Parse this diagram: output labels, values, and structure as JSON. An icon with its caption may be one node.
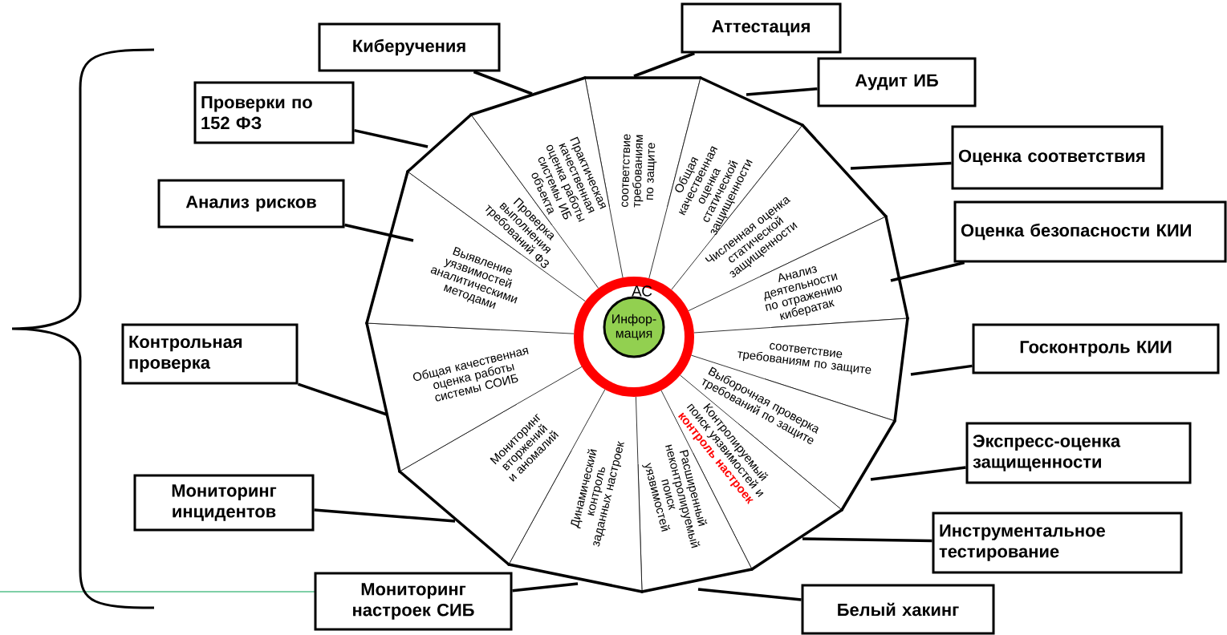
{
  "diagram": {
    "nodes": [
      {
        "text": [
          "Аттестация"
        ]
      },
      {
        "text": [
          "Аудит ИБ"
        ]
      },
      {
        "text": [
          "Оценка соответствия"
        ]
      },
      {
        "text": [
          "Оценка безопасности КИИ"
        ]
      },
      {
        "text": [
          "Госконтроль КИИ"
        ]
      },
      {
        "text": [
          "Экспресс-оценка защищенности"
        ]
      },
      {
        "text": [
          "Инструментальное тестирование"
        ]
      },
      {
        "text": [
          "Белый хакинг"
        ]
      },
      {
        "text": [
          "Мониторинг настроек СИБ"
        ]
      },
      {
        "text": [
          "Мониторинг инцидентов"
        ]
      },
      {
        "text": [
          "Контрольная проверка"
        ]
      },
      {
        "text": [
          "Анализ рисков"
        ]
      },
      {
        "text": [
          "Проверки по 152 ФЗ"
        ]
      },
      {
        "text": [
          "Киберучения"
        ]
      },
      {
        "text": [
          "соответствие требованиям по защите"
        ]
      },
      {
        "text": [
          "Общая качественная оценка статической защищенности"
        ]
      },
      {
        "text": [
          "Численная оценка статической защищенности"
        ]
      },
      {
        "text": [
          "Анализ деятельности по отражению кибератак"
        ]
      },
      {
        "text": [
          "соответствие требованиям по защите"
        ]
      },
      {
        "text": [
          "Выборочная проверка требований по защите"
        ]
      },
      {
        "text": [
          "Контролируемый поиск уязвимостей и",
          "контроль настроек"
        ]
      },
      {
        "text": [
          "Расширенный неконтролируемый поиск уязвимостей"
        ]
      },
      {
        "text": [
          "Динамический контроль заданных настроек"
        ]
      },
      {
        "text": [
          "Мониторинг вторжений и аномалий"
        ]
      },
      {
        "text": [
          "Общая качественная оценка работы системы СОИБ"
        ]
      },
      {
        "text": [
          "Выявление уязвимостей аналитическими методами"
        ]
      },
      {
        "text": [
          "Проверка выполнения требований ФЗ"
        ]
      },
      {
        "text": [
          "Практическая качественная оценка работы системы ИБ объекта"
        ]
      },
      {
        "text": [
          "АС"
        ]
      },
      {
        "text": [
          "Инфор-мация"
        ],
        "in": 28
      }
    ],
    "edges": [
      {
        "from": 0,
        "to": 14,
        "arrow": "none"
      },
      {
        "from": 1,
        "to": 15,
        "arrow": "none"
      },
      {
        "from": 2,
        "to": 16,
        "arrow": "none"
      },
      {
        "from": 3,
        "to": 17,
        "arrow": "none"
      },
      {
        "from": 4,
        "to": 18,
        "arrow": "none"
      },
      {
        "from": 5,
        "to": 19,
        "arrow": "none"
      },
      {
        "from": 6,
        "to": 20,
        "arrow": "none"
      },
      {
        "from": 7,
        "to": 21,
        "arrow": "none"
      },
      {
        "from": 8,
        "to": 22,
        "arrow": "none"
      },
      {
        "from": 9,
        "to": 23,
        "arrow": "none"
      },
      {
        "from": 10,
        "to": 24,
        "arrow": "none"
      },
      {
        "from": 11,
        "to": 25,
        "arrow": "none"
      },
      {
        "from": 12,
        "to": 26,
        "arrow": "none"
      },
      {
        "from": 13,
        "to": 27,
        "arrow": "none"
      }
    ]
  }
}
